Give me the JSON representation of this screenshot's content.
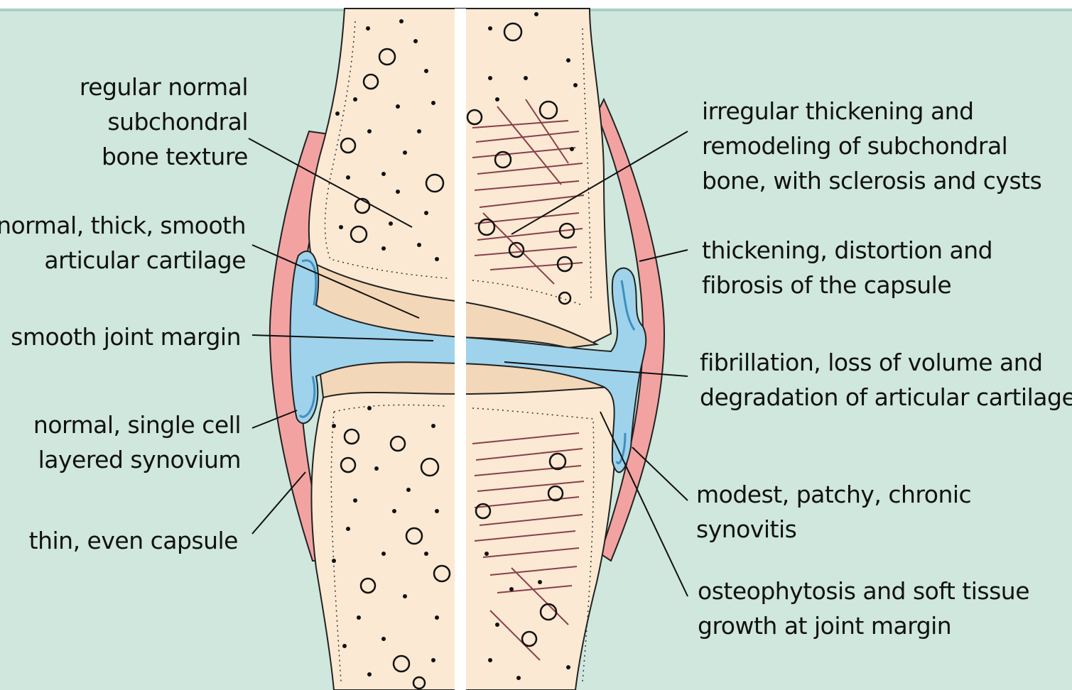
{
  "left_labels": {
    "subchondral_normal": [
      "regular normal",
      "subchondral",
      "bone texture"
    ],
    "cartilage_normal": [
      "normal, thick, smooth",
      "articular cartilage"
    ],
    "joint_margin_smooth": [
      "smooth joint margin"
    ],
    "synovium_normal": [
      "normal, single cell",
      "layered synovium"
    ],
    "capsule_thin": [
      "thin, even capsule"
    ]
  },
  "right_labels": {
    "subchondral_remodeling": [
      "irregular thickening and",
      "remodeling of subchondral",
      "bone, with sclerosis and cysts"
    ],
    "capsule_thickening": [
      "thickening, distortion and",
      "fibrosis of the capsule"
    ],
    "cartilage_degradation": [
      "fibrillation, loss of volume and",
      "degradation of articular cartilage"
    ],
    "synovitis": [
      "modest, patchy, chronic",
      "synovitis"
    ],
    "osteophytosis": [
      "osteophytosis and soft tissue",
      "growth at joint margin"
    ]
  },
  "colors": {
    "background": "#cfe7dd",
    "bone": "#fbe9d3",
    "cartilage": "#f2d7b8",
    "synovial_fluid": "#9fd3ec",
    "capsule": "#f2a3a1",
    "sclerosis_lines": "#8a3f4a",
    "divider": "#ffffff"
  }
}
